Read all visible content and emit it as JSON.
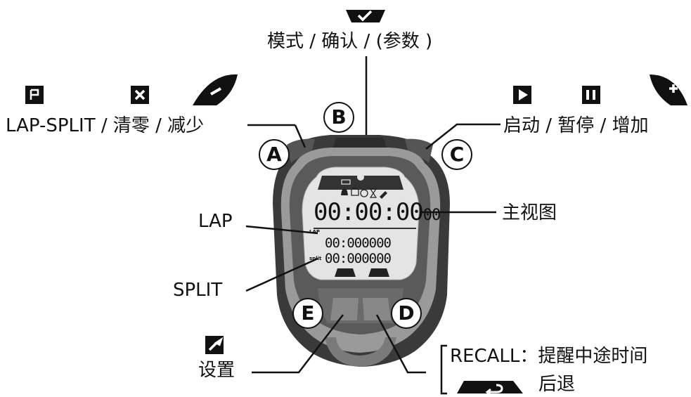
{
  "labels": {
    "top": "模式 / 确认 / (参数 )",
    "left": "LAP-SPLIT / 清零 / 减少",
    "right": "启动 / 暂停 / 增加",
    "main_view": "主视图",
    "lap": "LAP",
    "split": "SPLIT",
    "settings": "设置",
    "recall": "RECALL：提醒中途时间",
    "back": "后退"
  },
  "buttons": {
    "a": "A",
    "b": "B",
    "c": "C",
    "d": "D",
    "e": "E"
  },
  "display": {
    "main_time": "00:00:00",
    "main_hundredths": "00",
    "lap_time": "00:000000",
    "split_time": "00:000000",
    "lap_tag": "LAP",
    "split_tag": "split"
  },
  "icons": [
    "check-icon",
    "flag-icon",
    "close-icon",
    "minus-icon",
    "play-icon",
    "pause-icon",
    "plus-icon",
    "wrench-icon",
    "back-arrow-icon",
    "bell-icon",
    "alarm-icon",
    "stopwatch-icon",
    "hourglass-icon",
    "battery-icon"
  ],
  "colors": {
    "ink": "#111111",
    "body_dark": "#4a4a4a",
    "body_mid": "#8a8a8a",
    "rim": "#c8c8c8",
    "lcd": "#e2e2e2"
  }
}
